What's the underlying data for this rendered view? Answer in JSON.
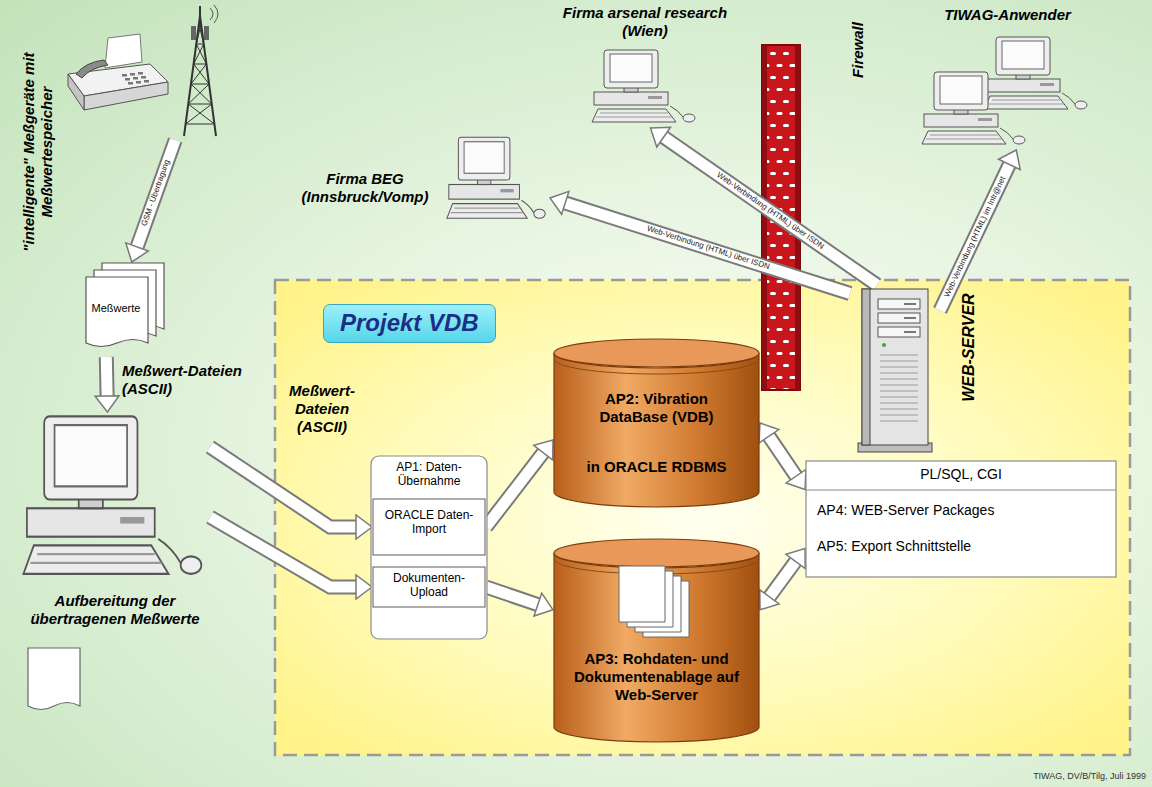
{
  "diagram": {
    "nodes": [
      {
        "text": [
          "\"intelligente\" Meßgeräte mit Meßwertespeicher"
        ]
      },
      {
        "text": [
          "Meßwerte"
        ]
      },
      {
        "text": [
          "Aufbereitung der übertragenen Meßwerte"
        ]
      },
      {
        "text": [
          "Firma arsenal research (Wien)"
        ]
      },
      {
        "text": [
          "Firewall"
        ]
      },
      {
        "text": [
          "TIWAG-Anwender"
        ]
      },
      {
        "text": [
          "Firma BEG (Innsbruck/Vomp)"
        ]
      },
      {
        "text": [
          "Projekt VDB"
        ]
      },
      {
        "text": [
          "AP1: Daten-Übernahme"
        ],
        "in": 7
      },
      {
        "text": [
          "ORACLE Daten-Import"
        ],
        "in": 8
      },
      {
        "text": [
          "Dokumenten-Upload"
        ],
        "in": 8
      },
      {
        "text": [
          "AP2: Vibration DataBase (VDB)",
          "in ORACLE RDBMS"
        ],
        "in": 7
      },
      {
        "text": [
          "AP3: Rohdaten- und Dokumentenablage auf Web-Server"
        ],
        "in": 7
      },
      {
        "text": [
          "WEB-SERVER"
        ],
        "in": 7
      },
      {
        "text": [
          "PL/SQL, CGI",
          "AP4: WEB-Server Packages",
          "AP5: Export Schnittstelle"
        ],
        "in": 7
      }
    ],
    "edges": [
      {
        "from": 0,
        "to": 1,
        "arrow": "to",
        "label": "GSM - Übertragung"
      },
      {
        "from": 1,
        "to": 2,
        "arrow": "to"
      },
      {
        "from": 2,
        "to": 9,
        "arrow": "to"
      },
      {
        "from": 2,
        "to": 10,
        "arrow": "to"
      },
      {
        "from": 9,
        "to": 11,
        "arrow": "to"
      },
      {
        "from": 10,
        "to": 12,
        "arrow": "to"
      },
      {
        "from": 11,
        "to": 14,
        "arrow": "both"
      },
      {
        "from": 12,
        "to": 14,
        "arrow": "both"
      },
      {
        "from": 13,
        "to": 3,
        "arrow": "to",
        "label": "Web-Verbindung (HTML) über ISDN"
      },
      {
        "from": 13,
        "to": 6,
        "arrow": "to",
        "label": "Web-Verbindung (HTML) über ISDN"
      },
      {
        "from": 13,
        "to": 5,
        "arrow": "to",
        "label": "Web-Verbindung (HTML) im Intr@net"
      }
    ],
    "labels": [
      "Meßwert-Dateien (ASCII)",
      "Meßwert-Dateien (ASCII)",
      "TIWAG, DV/B/Tilg, Juli 1999"
    ]
  }
}
